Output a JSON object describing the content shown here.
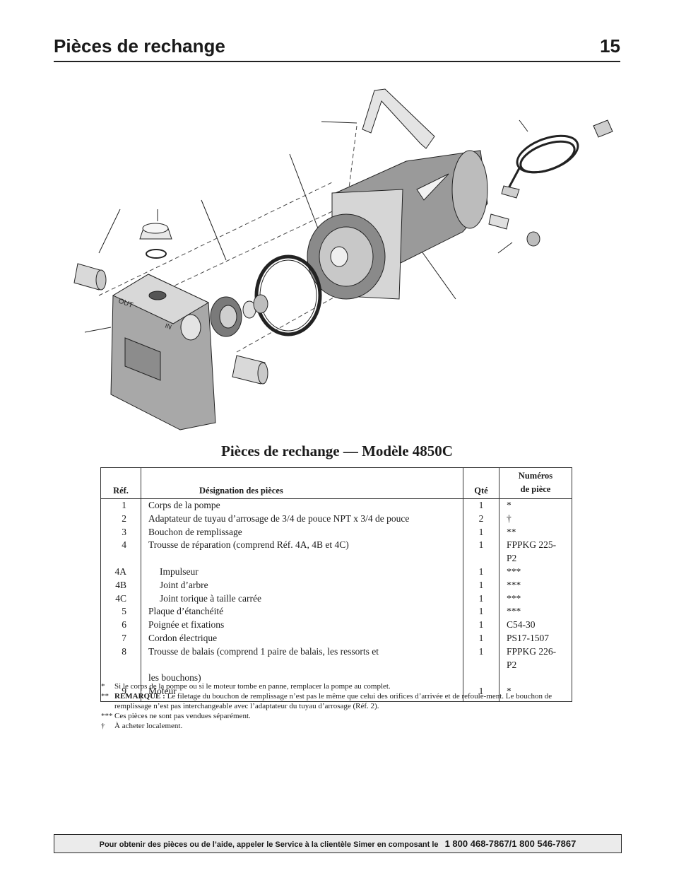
{
  "header": {
    "title": "Pièces de rechange",
    "page_number": "15"
  },
  "diagram": {
    "labels": [
      "OUT",
      "IN"
    ]
  },
  "table_title": "Pièces de rechange — Modèle 4850C",
  "table": {
    "headers": {
      "ref": "Réf.",
      "desc": "Désignation des pièces",
      "qty": "Qté",
      "num_line1": "Numéros",
      "num_line2": "de pièce"
    },
    "rows": [
      {
        "ref": "1",
        "desc": "Corps de la pompe",
        "qty": "1",
        "num": "*"
      },
      {
        "ref": "2",
        "desc": "Adaptateur de tuyau d’arrosage de 3/4 de pouce NPT x  3/4 de pouce",
        "qty": "2",
        "num": "†"
      },
      {
        "ref": "3",
        "desc": "Bouchon de remplissage",
        "qty": "1",
        "num": "**"
      },
      {
        "ref": "4",
        "desc": "Trousse de réparation (comprend Réf. 4A, 4B et 4C)",
        "qty": "1",
        "num": "FPPKG 225-P2"
      },
      {
        "ref": "4A",
        "desc": "Impulseur",
        "qty": "1",
        "num": "***"
      },
      {
        "ref": "4B",
        "desc": "Joint d’arbre",
        "qty": "1",
        "num": "***"
      },
      {
        "ref": "4C",
        "desc": "Joint torique à taille carrée",
        "qty": "1",
        "num": "***"
      },
      {
        "ref": "5",
        "desc": "Plaque d’étanchéité",
        "qty": "1",
        "num": "***"
      },
      {
        "ref": "6",
        "desc": "Poignée et fixations",
        "qty": "1",
        "num": "C54-30"
      },
      {
        "ref": "7",
        "desc": "Cordon électrique",
        "qty": "1",
        "num": "PS17-1507"
      },
      {
        "ref": "8",
        "desc": "Trousse de balais (comprend 1 paire de balais, les ressorts et",
        "qty": "1",
        "num": "FPPKG 226-P2"
      },
      {
        "ref": "",
        "desc": "les bouchons)",
        "qty": "",
        "num": ""
      },
      {
        "ref": "9",
        "desc": "Moteur",
        "qty": "1",
        "num": "*"
      }
    ]
  },
  "notes": [
    {
      "mark": "*",
      "text": "Si le corps de la pompe ou si le moteur tombe en panne, remplacer la pompe au complet."
    },
    {
      "mark": "**",
      "bold": "REMARQUE :",
      "text": " Le filetage du bouchon de remplissage n’est pas le même que celui des orifices d’arrivée et de refoule-ment. Le bouchon de remplissage n’est pas interchangeable avec l’adaptateur du tuyau d’arrosage (Réf. 2)."
    },
    {
      "mark": "***",
      "text": "Ces pièces ne sont pas vendues séparément."
    },
    {
      "mark": "†",
      "text": "À acheter localement."
    }
  ],
  "footer": {
    "text": "Pour obtenir des pièces ou de l’aide, appeler le Service à la clientèle Simer en composant le",
    "phone": "1 800 468-7867/1 800 546-7867"
  }
}
